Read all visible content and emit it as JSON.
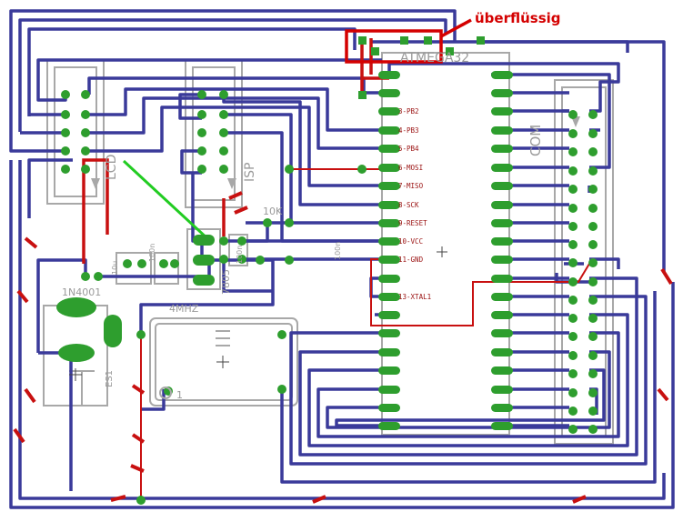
{
  "annotation": {
    "text": "überflüssig",
    "color": "#d40000"
  },
  "colors": {
    "trace_bottom": "#3a3a9a",
    "trace_top": "#c81010",
    "pad": "#2e9e2e",
    "silk": "#9a9a9a",
    "airwire": "#22cc22"
  },
  "components": {
    "mcu": "ATMEGA32",
    "lcd": "LCD",
    "isp": "ISP",
    "com": "COM",
    "resistor": "10K",
    "diode": "1N4001",
    "regulator": "7805",
    "crystal": "4MHZ",
    "crystal_pin": "1",
    "socket": "ES1",
    "cap1": "10u",
    "cap2": "100n",
    "cap3": "100n",
    "cap4": "100n"
  },
  "pins": [
    {
      "id": "pb2",
      "label": "3-PB2"
    },
    {
      "id": "pb3",
      "label": "4-PB3"
    },
    {
      "id": "pb4",
      "label": "5-PB4"
    },
    {
      "id": "mosi",
      "label": "6-MOSI"
    },
    {
      "id": "miso",
      "label": "7-MISO"
    },
    {
      "id": "sck",
      "label": "8-SCK"
    },
    {
      "id": "reset",
      "label": "9-RESET"
    },
    {
      "id": "vcc",
      "label": "10-VCC"
    },
    {
      "id": "gnd",
      "label": "11-GND"
    },
    {
      "id": "xtal1",
      "label": "13-XTAL1"
    }
  ]
}
